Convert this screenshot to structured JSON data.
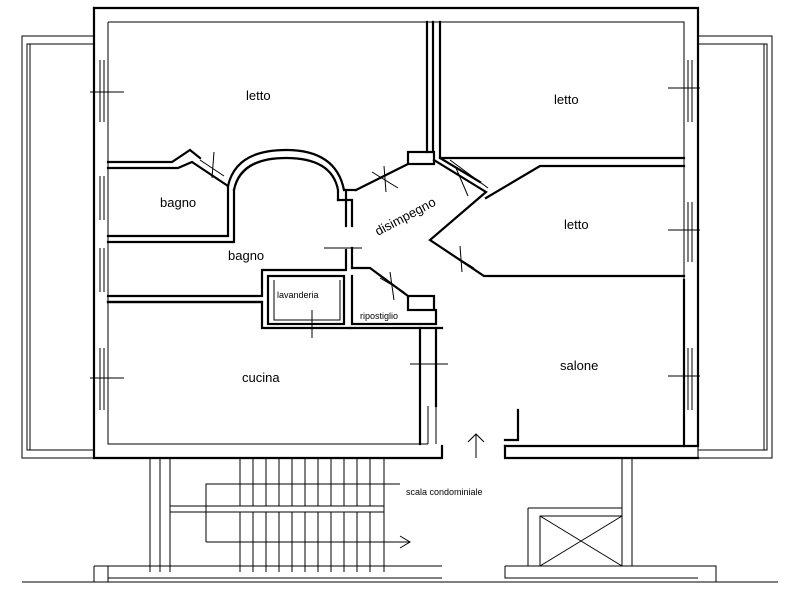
{
  "rooms": {
    "letto_nw": "letto",
    "letto_ne": "letto",
    "letto_e": "letto",
    "bagno_small": "bagno",
    "bagno_main": "bagno",
    "disimpegno": "disimpegno",
    "lavanderia": "lavanderia",
    "ripostiglio": "ripostiglio",
    "cucina": "cucina",
    "salone": "salone"
  },
  "stair_label": "scala condominiale"
}
